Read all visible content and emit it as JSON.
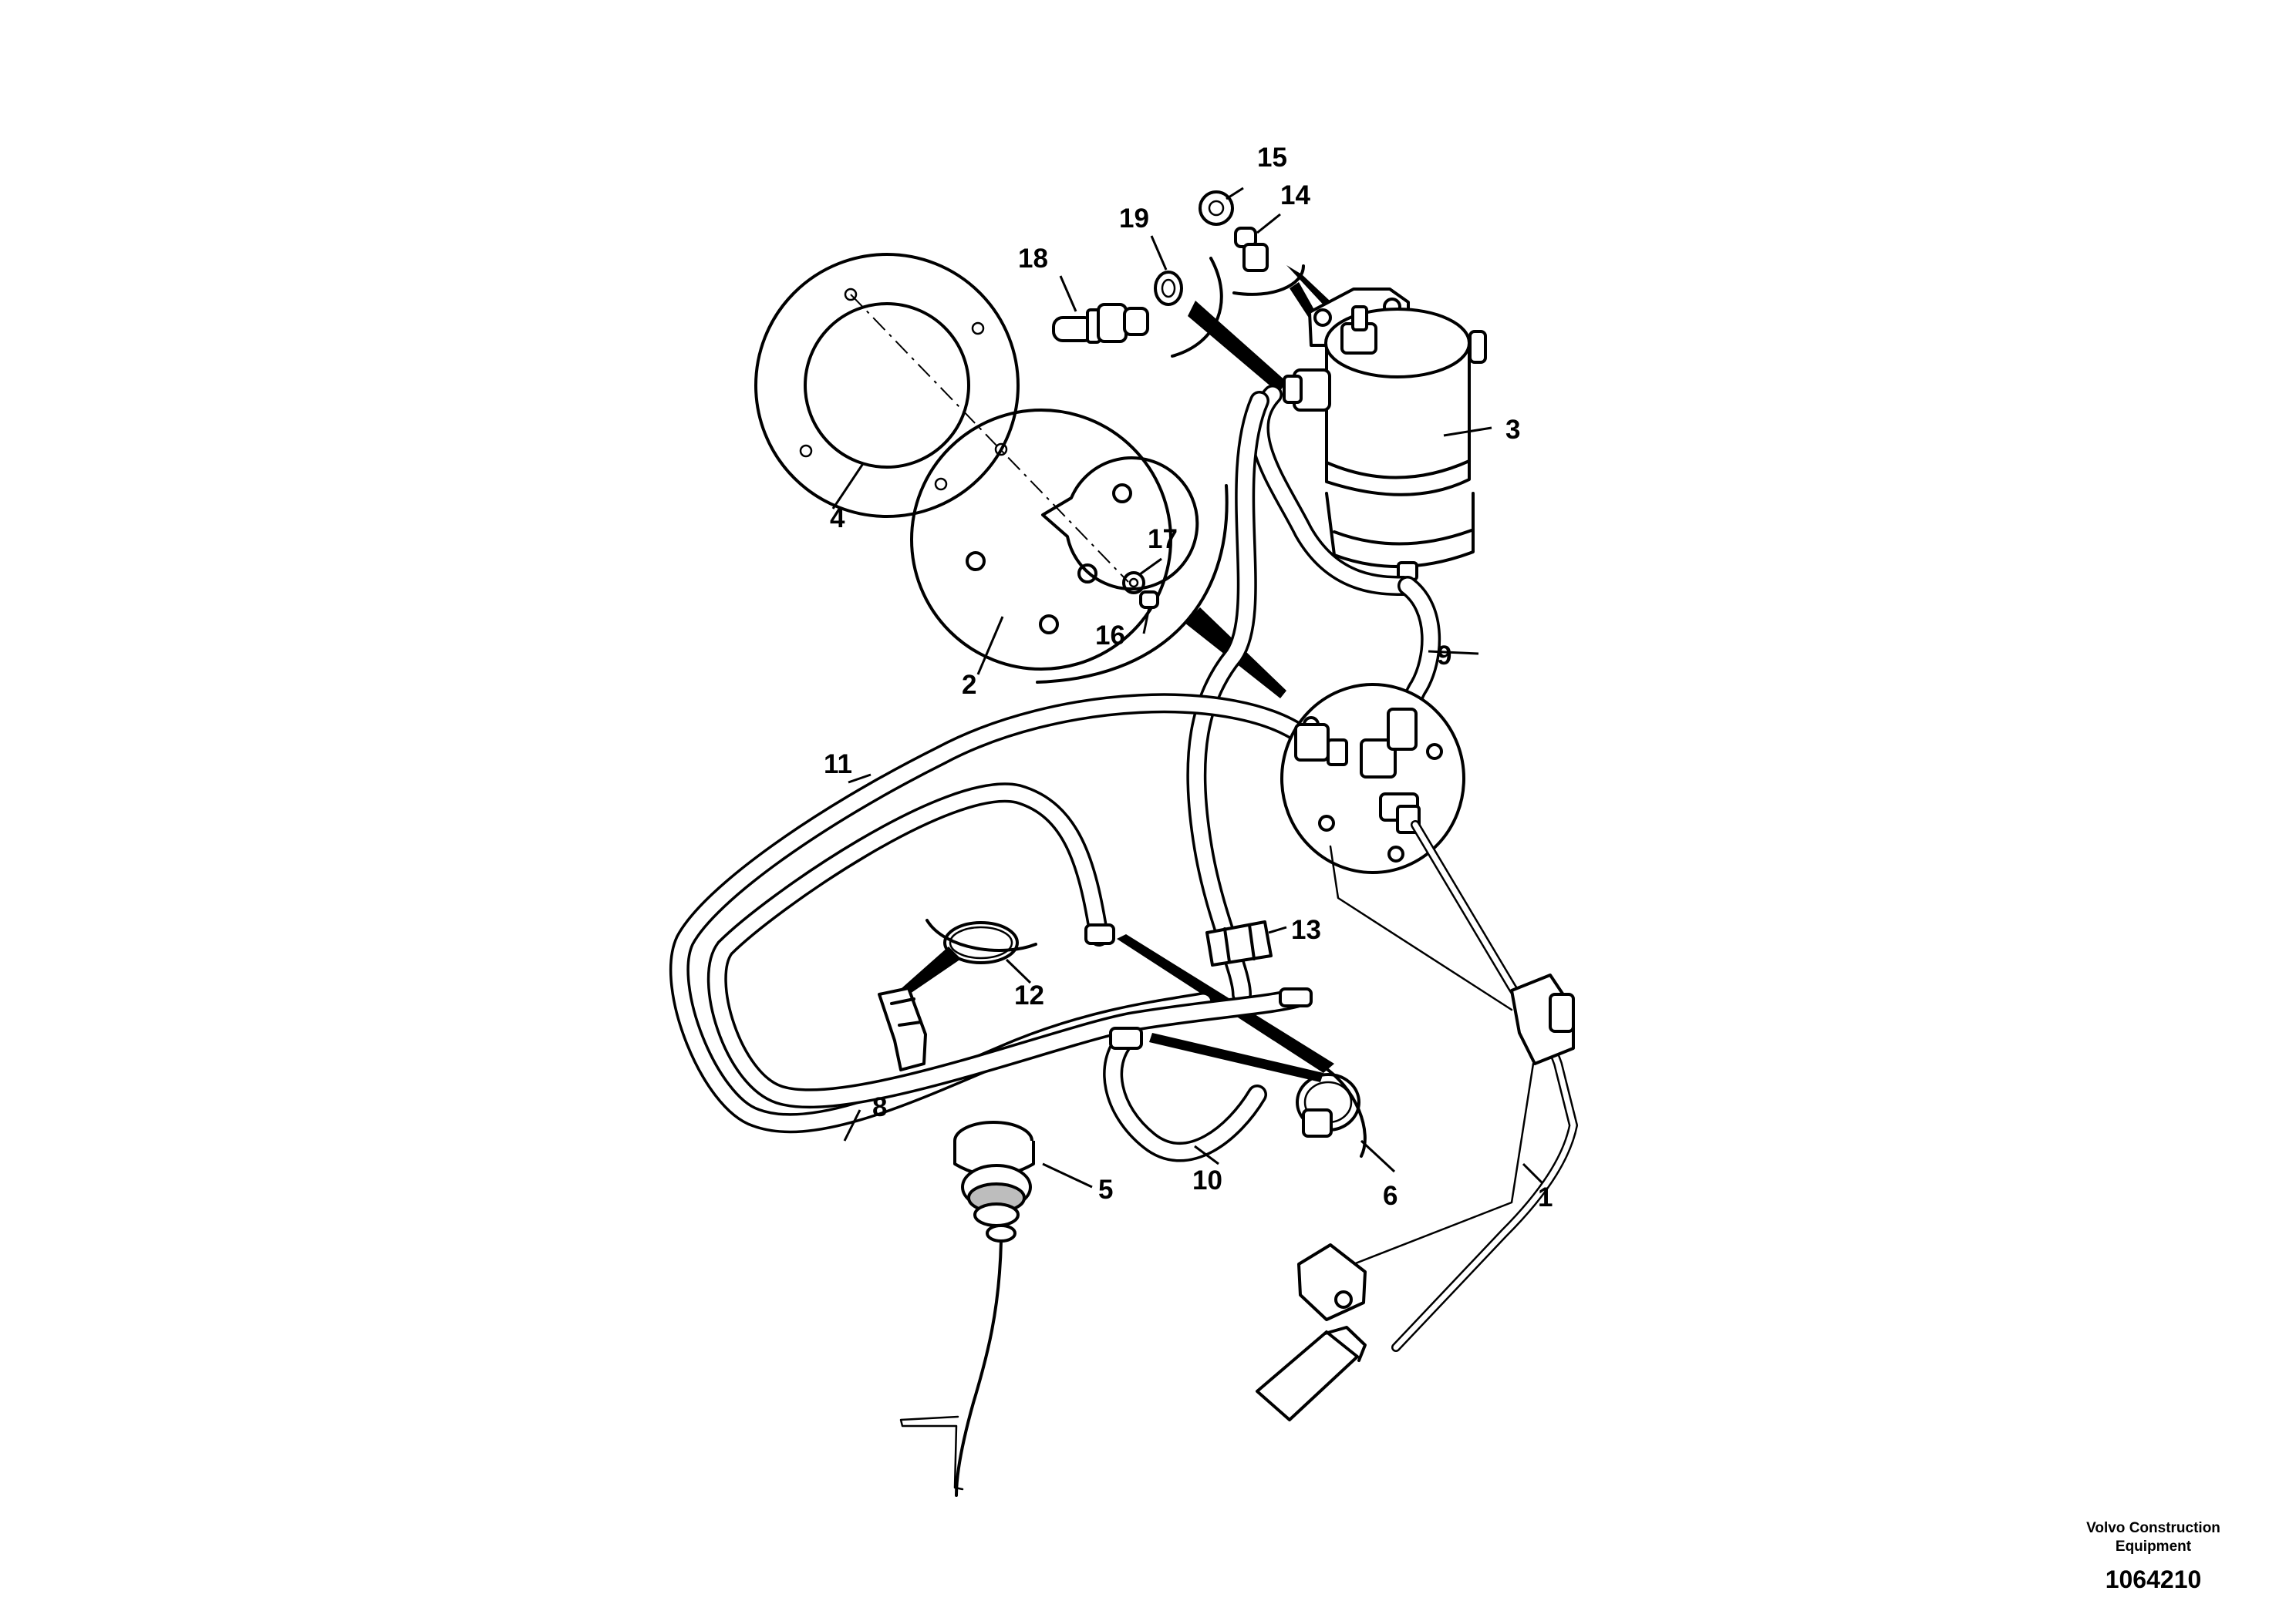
{
  "callouts": {
    "c1": "1",
    "c2": "2",
    "c3": "3",
    "c4": "4",
    "c5": "5",
    "c6": "6",
    "c8": "8",
    "c9": "9",
    "c10": "10",
    "c11": "11",
    "c12": "12",
    "c13": "13",
    "c14": "14",
    "c15": "15",
    "c16": "16",
    "c17": "17",
    "c18": "18",
    "c19": "19"
  },
  "footer": {
    "brand": "Volvo Construction Equipment",
    "partno": "1064210"
  }
}
